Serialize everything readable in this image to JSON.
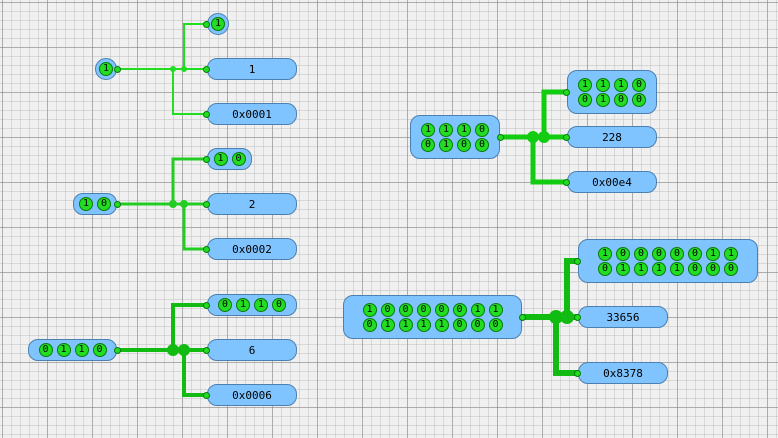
{
  "colors": {
    "wire_thin": "#22dd22",
    "wire_thick": "#11bb11",
    "component_fill": "#80c4ff",
    "component_border": "#4c80b0",
    "bit_on": "#22dd22"
  },
  "circuits": [
    {
      "input": {
        "rows": [
          [
            "1"
          ]
        ]
      },
      "bits_out": {
        "rows": [
          [
            "1"
          ]
        ]
      },
      "decimal_out": "1",
      "hex_out": "0x0001"
    },
    {
      "input": {
        "rows": [
          [
            "1",
            "0"
          ]
        ]
      },
      "bits_out": {
        "rows": [
          [
            "1",
            "0"
          ]
        ]
      },
      "decimal_out": "2",
      "hex_out": "0x0002"
    },
    {
      "input": {
        "rows": [
          [
            "0",
            "1",
            "1",
            "0"
          ]
        ]
      },
      "bits_out": {
        "rows": [
          [
            "0",
            "1",
            "1",
            "0"
          ]
        ]
      },
      "decimal_out": "6",
      "hex_out": "0x0006"
    },
    {
      "input": {
        "rows": [
          [
            "1",
            "1",
            "1",
            "0"
          ],
          [
            "0",
            "1",
            "0",
            "0"
          ]
        ]
      },
      "bits_out": {
        "rows": [
          [
            "1",
            "1",
            "1",
            "0"
          ],
          [
            "0",
            "1",
            "0",
            "0"
          ]
        ]
      },
      "decimal_out": "228",
      "hex_out": "0x00e4"
    },
    {
      "input": {
        "rows": [
          [
            "1",
            "0",
            "0",
            "0",
            "0",
            "0",
            "1",
            "1"
          ],
          [
            "0",
            "1",
            "1",
            "1",
            "1",
            "0",
            "0",
            "0"
          ]
        ]
      },
      "bits_out": {
        "rows": [
          [
            "1",
            "0",
            "0",
            "0",
            "0",
            "0",
            "1",
            "1"
          ],
          [
            "0",
            "1",
            "1",
            "1",
            "1",
            "0",
            "0",
            "0"
          ]
        ]
      },
      "decimal_out": "33656",
      "hex_out": "0x8378"
    }
  ]
}
